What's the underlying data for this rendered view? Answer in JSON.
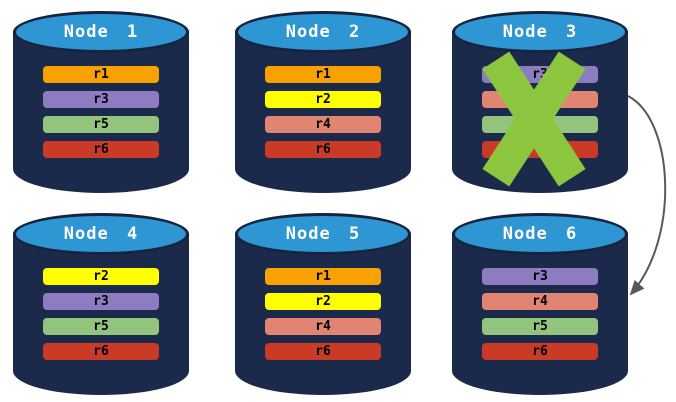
{
  "palette": {
    "cylinder_body": "#1B2A4A",
    "cylinder_top": "#2F96D4",
    "cylinder_border": "#16243F",
    "node_title_color": "#FFFFFF",
    "bar_label_color": "#000000",
    "failure_x_color": "#8CC63F",
    "arrow_color": "#595959",
    "background": "#FFFFFF"
  },
  "replica_colors": {
    "r1": "#F9A100",
    "r2": "#FFFF00",
    "r3": "#8E7CC3",
    "r4": "#E28472",
    "r5": "#93C47D",
    "r6": "#C93A27"
  },
  "nodes": [
    {
      "id": "node-1",
      "title": "Node 1",
      "failed": false,
      "replicas": [
        {
          "label": "r1",
          "color": "#F9A100"
        },
        {
          "label": "r3",
          "color": "#8E7CC3"
        },
        {
          "label": "r5",
          "color": "#93C47D"
        },
        {
          "label": "r6",
          "color": "#C93A27"
        }
      ]
    },
    {
      "id": "node-2",
      "title": "Node 2",
      "failed": false,
      "replicas": [
        {
          "label": "r1",
          "color": "#F9A100"
        },
        {
          "label": "r2",
          "color": "#FFFF00"
        },
        {
          "label": "r4",
          "color": "#E28472"
        },
        {
          "label": "r6",
          "color": "#C93A27"
        }
      ]
    },
    {
      "id": "node-3",
      "title": "Node 3",
      "failed": true,
      "replicas": [
        {
          "label": "r3",
          "color": "#8E7CC3"
        },
        {
          "label": "",
          "color": "#E28472"
        },
        {
          "label": "",
          "color": "#93C47D"
        },
        {
          "label": "",
          "color": "#C93A27"
        }
      ]
    },
    {
      "id": "node-4",
      "title": "Node 4",
      "failed": false,
      "replicas": [
        {
          "label": "r2",
          "color": "#FFFF00"
        },
        {
          "label": "r3",
          "color": "#8E7CC3"
        },
        {
          "label": "r5",
          "color": "#93C47D"
        },
        {
          "label": "r6",
          "color": "#C93A27"
        }
      ]
    },
    {
      "id": "node-5",
      "title": "Node 5",
      "failed": false,
      "replicas": [
        {
          "label": "r1",
          "color": "#F9A100"
        },
        {
          "label": "r2",
          "color": "#FFFF00"
        },
        {
          "label": "r4",
          "color": "#E28472"
        },
        {
          "label": "r6",
          "color": "#C93A27"
        }
      ]
    },
    {
      "id": "node-6",
      "title": "Node 6",
      "failed": false,
      "replicas": [
        {
          "label": "r3",
          "color": "#8E7CC3"
        },
        {
          "label": "r4",
          "color": "#E28472"
        },
        {
          "label": "r5",
          "color": "#93C47D"
        },
        {
          "label": "r6",
          "color": "#C93A27"
        }
      ]
    }
  ],
  "arrow": {
    "from": "node-3",
    "to": "node-6"
  }
}
